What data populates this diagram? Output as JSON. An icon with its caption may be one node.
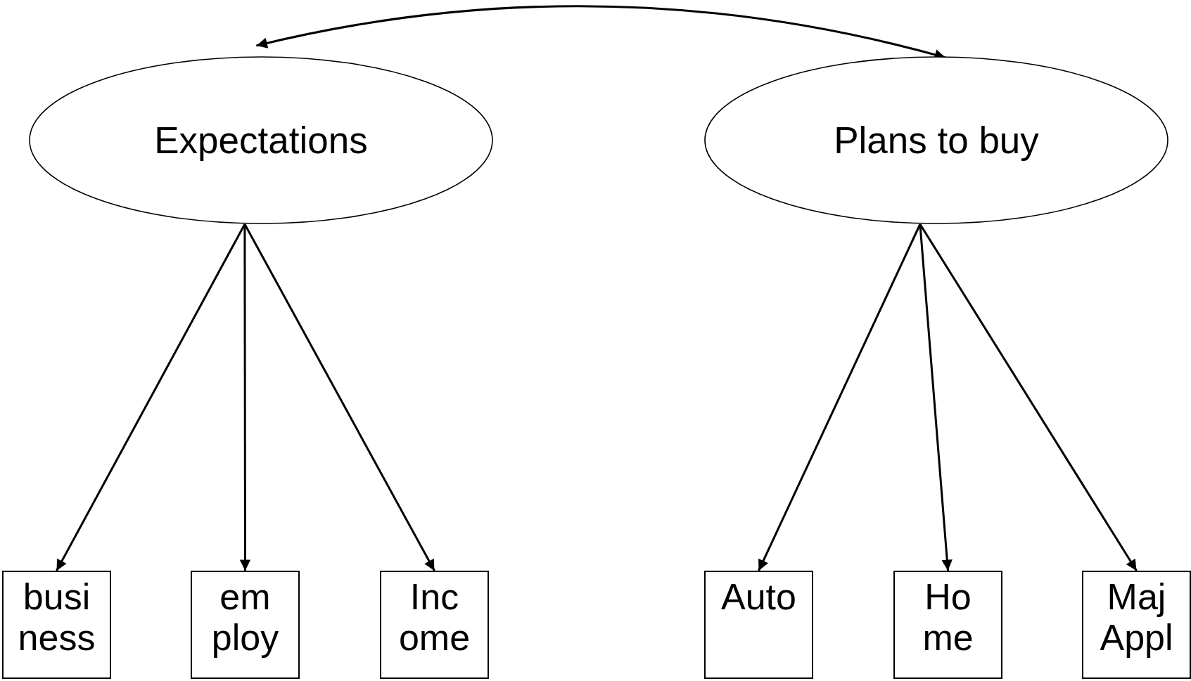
{
  "diagram": {
    "nodes": [
      {
        "text": [
          "Expectations"
        ]
      },
      {
        "text": [
          "Plans to buy"
        ]
      },
      {
        "text": [
          "busi ness"
        ]
      },
      {
        "text": [
          "em ploy"
        ]
      },
      {
        "text": [
          "Inc ome"
        ]
      },
      {
        "text": [
          "Auto"
        ]
      },
      {
        "text": [
          "Ho me"
        ]
      },
      {
        "text": [
          "Maj Appl"
        ]
      }
    ],
    "edges": [
      {
        "from": 0,
        "to": 1,
        "arrow": "both"
      },
      {
        "from": 0,
        "to": 2,
        "arrow": "to"
      },
      {
        "from": 0,
        "to": 3,
        "arrow": "to"
      },
      {
        "from": 0,
        "to": 4,
        "arrow": "to"
      },
      {
        "from": 1,
        "to": 5,
        "arrow": "to"
      },
      {
        "from": 1,
        "to": 6,
        "arrow": "to"
      },
      {
        "from": 1,
        "to": 7,
        "arrow": "to"
      }
    ]
  }
}
